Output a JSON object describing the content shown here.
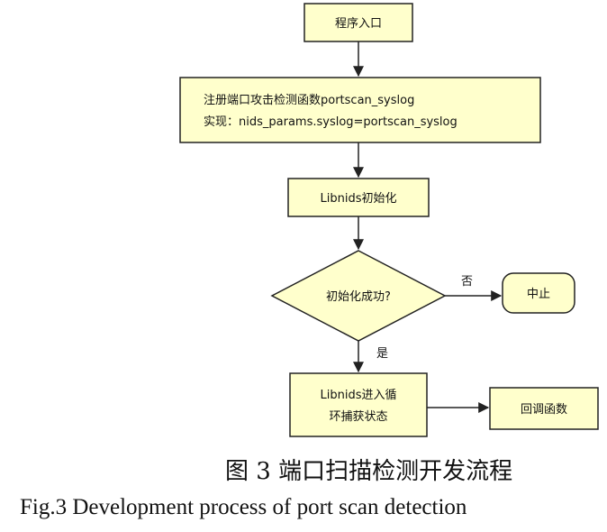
{
  "colors": {
    "node_fill": "#ffffcc",
    "node_stroke": "#222222",
    "edge": "#222222"
  },
  "nodes": {
    "entry": "程序入口",
    "register_line1": "注册端口攻击检测函数portscan_syslog",
    "register_line2": "实现：nids_params.syslog=portscan_syslog",
    "init": "Libnids初始化",
    "decision": "初始化成功?",
    "stop": "中止",
    "loop_line1": "Libnids进入循",
    "loop_line2": "环捕获状态",
    "callback": "回调函数"
  },
  "edges": {
    "no_label": "否",
    "yes_label": "是"
  },
  "caption": {
    "chinese": "图 3 端口扫描检测开发流程",
    "english": "Fig.3 Development process of port scan detection"
  }
}
